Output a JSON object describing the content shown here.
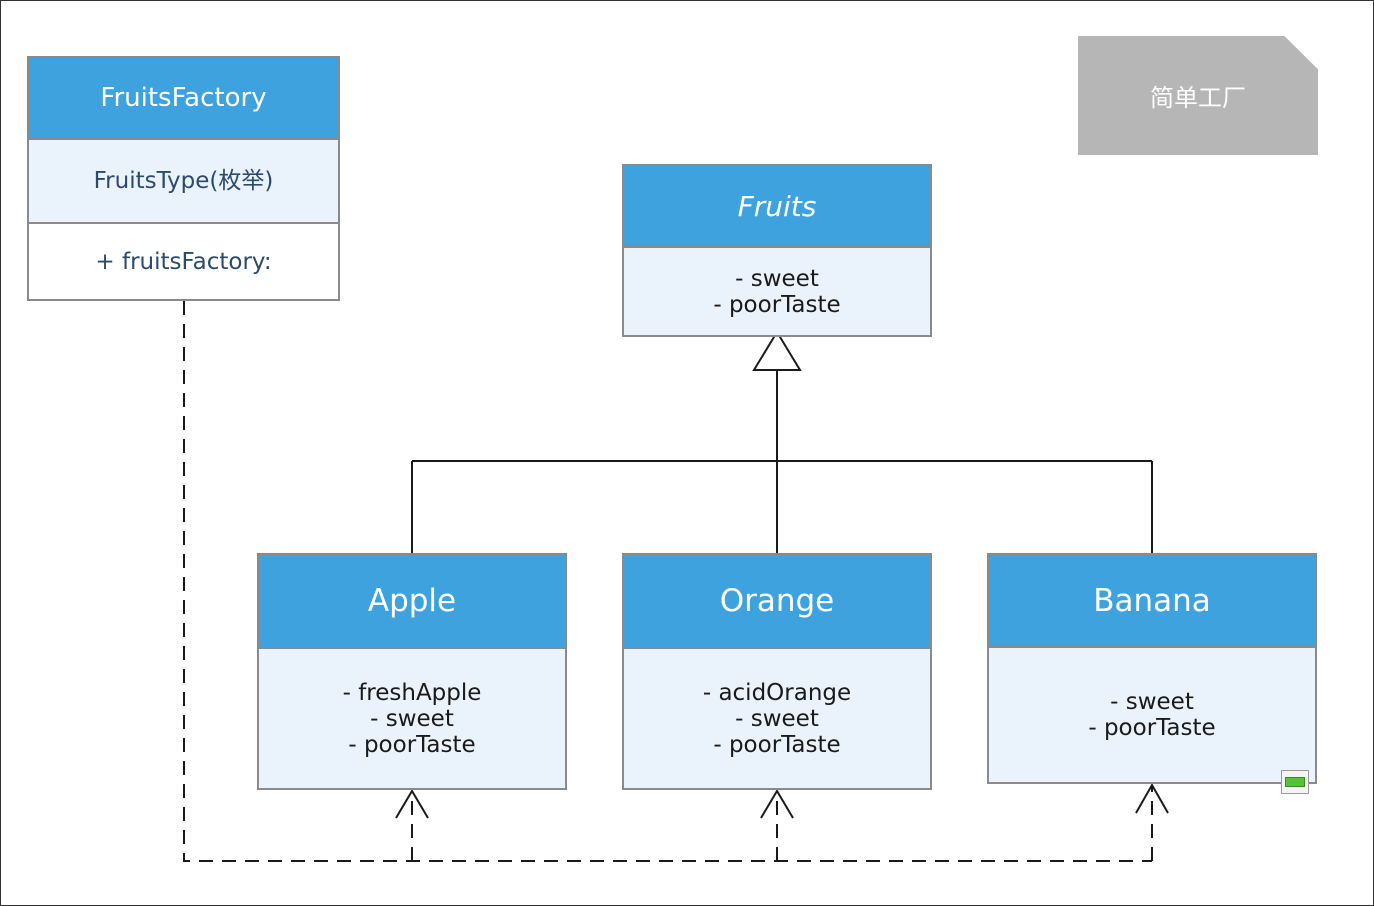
{
  "note": {
    "text": "简单工厂"
  },
  "factory": {
    "name": "FruitsFactory",
    "attributes": [
      "FruitsType(枚举)"
    ],
    "operations": [
      "+ fruitsFactory:"
    ]
  },
  "fruits": {
    "name": "Fruits",
    "attributes": [
      "- sweet",
      "- poorTaste"
    ]
  },
  "apple": {
    "name": "Apple",
    "attributes": [
      "- freshApple",
      "- sweet",
      "- poorTaste"
    ]
  },
  "orange": {
    "name": "Orange",
    "attributes": [
      "- acidOrange",
      "- sweet",
      "- poorTaste"
    ]
  },
  "banana": {
    "name": "Banana",
    "attributes": [
      "- sweet",
      "- poorTaste"
    ]
  },
  "colors": {
    "header": "#3ea2de",
    "body": "#eaf2fb",
    "note": "#b6b6b6",
    "line": "#1a1a1a"
  }
}
